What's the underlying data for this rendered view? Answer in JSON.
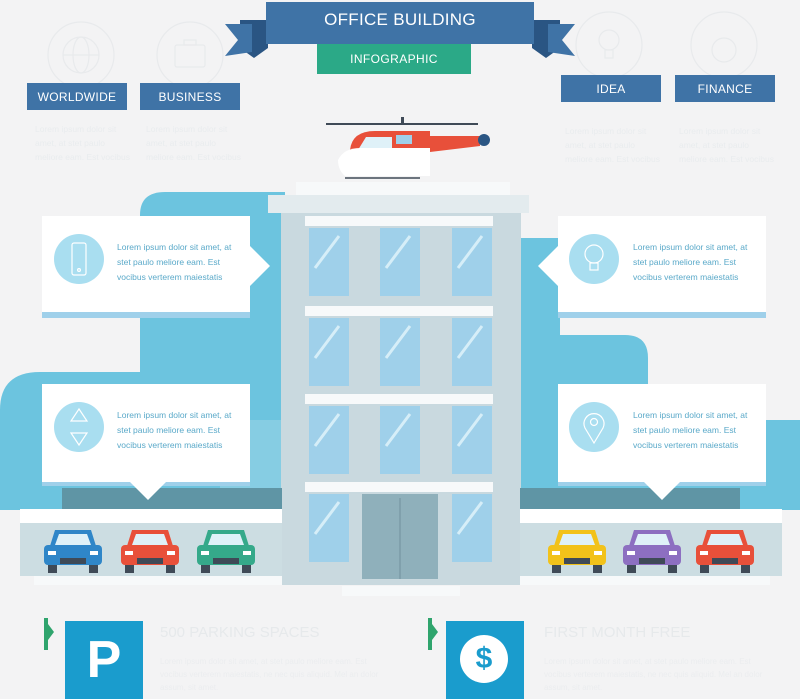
{
  "header": {
    "title": "OFFICE BUILDING",
    "subtitle": "INFOGRAPHIC",
    "colors": {
      "ribbon": "#3f73a6",
      "ribbon_dark": "#2a5583",
      "sub_band": "#2ba987"
    }
  },
  "tags": {
    "worldwide": "WORLDWIDE",
    "business": "BUSINESS",
    "idea": "IDEA",
    "finance": "FINANCE"
  },
  "cards": [
    {
      "icon": "mobile-phone-icon",
      "lines": [
        "Lorem ipsum dolor sit amet, at",
        "stet paulo meliore eam. Est",
        "vocibus verterem maiestatis"
      ]
    },
    {
      "icon": "lightbulb-icon",
      "lines": [
        "Lorem ipsum dolor sit amet, at",
        "stet paulo meliore eam. Est",
        "vocibus verterem maiestatis"
      ]
    },
    {
      "icon": "up-down-arrows-icon",
      "lines": [
        "Lorem ipsum dolor sit amet, at",
        "stet paulo meliore eam. Est",
        "vocibus verterem maiestatis"
      ]
    },
    {
      "icon": "location-pin-icon",
      "lines": [
        "Lorem ipsum dolor sit amet, at",
        "stet paulo meliore eam. Est",
        "vocibus verterem maiestatis"
      ]
    }
  ],
  "ghost_text": {
    "worldwide": [
      "Lorem ipsum dolor sit",
      "amet, at stet paulo",
      "meliore eam. Est vocibus"
    ],
    "business": [
      "Lorem ipsum dolor sit",
      "amet, at stet paulo",
      "meliore eam. Est vocibus"
    ],
    "idea": [
      "Lorem ipsum dolor sit",
      "amet, at stet paulo",
      "meliore eam. Est vocibus"
    ],
    "finance": [
      "Lorem ipsum dolor sit",
      "amet, at stet paulo",
      "meliore eam. Est vocibus"
    ]
  },
  "bottom": {
    "parking_letter": "P",
    "parking_title": "500 PARKING SPACES",
    "parking_text": "Lorem ipsum dolor sit amet, at stet paulo meliore eam. Est vocibus verterem maiestatis, ne nec quis aliquid. Mel an dolor assum, sit amet.",
    "finance_symbol": "$",
    "finance_title": "FIRST MONTH FREE",
    "finance_text": "Lorem ipsum dolor sit amet, at stet paulo meliore eam. Est vocibus verterem maiestatis, ne nec quis aliquid. Mel an dolor assum, sit amet."
  },
  "cars": [
    {
      "color": "#2f86c8"
    },
    {
      "color": "#e8503a"
    },
    {
      "color": "#35a98a"
    },
    {
      "color": "#f2c21a"
    },
    {
      "color": "#8d6fc1"
    },
    {
      "color": "#e8503a"
    }
  ],
  "colors": {
    "sky_blue": "#6cc4df",
    "building": "#c9d9df",
    "window": "#9fd0ea",
    "card": "#ffffff",
    "helicopter": "#e8503a"
  }
}
